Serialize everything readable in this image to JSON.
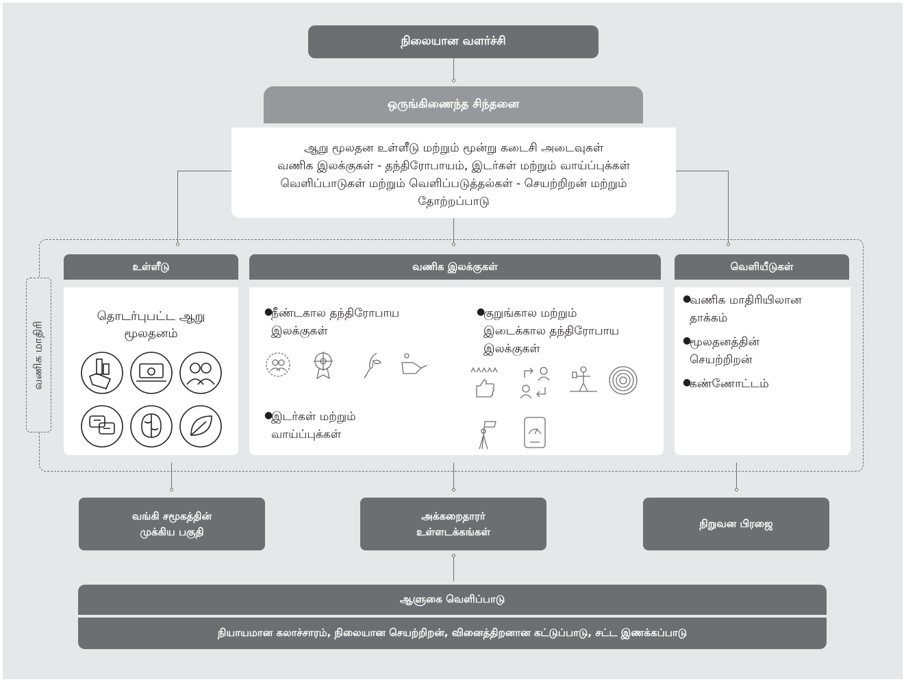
{
  "top": "நிலையான வளர்ச்சி",
  "integrated": {
    "title": "ஒருங்கிணைந்த சிந்தனை",
    "lines": [
      "ஆறு மூலதன உள்ளீடு மற்றும் மூன்று கடைசி அடைவுகள்",
      "வணிக இலக்குகள் - தந்திரோபாயம், இடர்கள் மற்றும் வாய்ப்புக்கள்",
      "வெளிப்பாடுகள் மற்றும் வெளிப்படுத்தல்கள் - செயற்றிறன் மற்றும்",
      "தோற்றப்பாடு"
    ]
  },
  "side_label": "வணிக மாதிரி",
  "inputs": {
    "title": "உள்ளீடு",
    "text": [
      "தொடர்புபட்ட ஆறு",
      "மூலதனம்"
    ],
    "icons": [
      "financial-capital-icon",
      "manufactured-capital-icon",
      "human-capital-icon",
      "social-capital-icon",
      "intellectual-capital-icon",
      "natural-capital-icon"
    ]
  },
  "goals": {
    "title": "வணிக இலக்குகள்",
    "long_term": [
      "நீண்டகால தந்திரோபாய",
      "இலக்குகள்"
    ],
    "short_term": [
      "குறுங்கால மற்றும்",
      "இடைக்கால தந்திரோபாய",
      "இலக்குகள்"
    ],
    "risks": [
      "இடர்கள் மற்றும்",
      "வாய்ப்புக்கள்"
    ],
    "long_icons": [
      "target-team-icon",
      "helm-award-icon",
      "plant-hand-icon",
      "handshake-icon"
    ],
    "short_icons": [
      "rating-thumbs-icon",
      "people-exchange-icon",
      "tightrope-icon",
      "tree-rings-icon",
      "flag-climber-icon",
      "phone-gauge-icon"
    ]
  },
  "outputs": {
    "title": "வெளியீடுகள்",
    "items": [
      [
        "வணிக மாதிரியிலான",
        "தாக்கம்"
      ],
      [
        "மூலதனத்தின்",
        "செயற்றிறன்"
      ],
      [
        "கண்ணோட்டம்"
      ]
    ]
  },
  "bottom_boxes": [
    [
      "வங்கி சமூகத்தின்",
      "முக்கிய பகுதி"
    ],
    [
      "அக்கறைதாரர்",
      "உள்ளடக்கங்கள்"
    ],
    [
      "நிறுவன பிரஜை"
    ]
  ],
  "governance": {
    "title": "ஆளுகை வெளிப்பாடு",
    "text": "நியாயமான கலாச்சாரம், நிலையான செயற்றிறன், வினைத்திறனான கட்டுப்பாடு, சட்ட இணக்கப்பாடு"
  },
  "colors": {
    "dark": "#6d6e71",
    "mid": "#97989b",
    "background": "#e6e7e8"
  }
}
